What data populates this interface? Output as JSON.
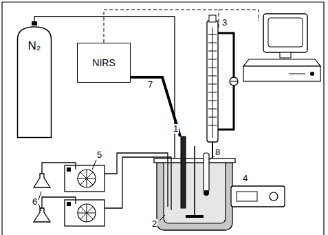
{
  "diagram": {
    "nodes": [
      {
        "text": [
          "N₂"
        ]
      },
      {
        "text": [
          "NIRS"
        ]
      }
    ],
    "labels": [
      "1",
      "2",
      "3",
      "4",
      "5",
      "6",
      "7",
      "8"
    ]
  }
}
